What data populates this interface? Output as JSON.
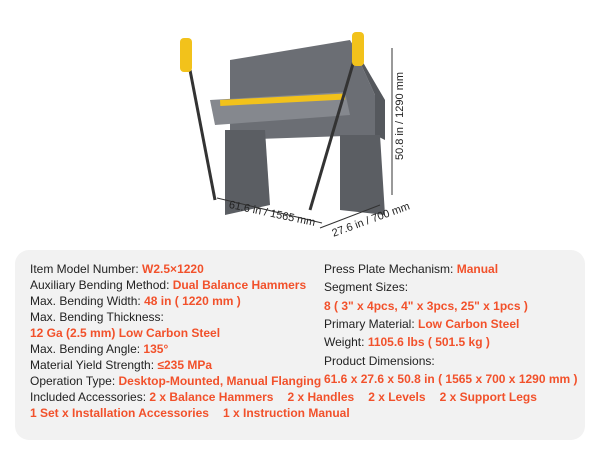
{
  "dimensions": {
    "width": "61.6 in / 1565 mm",
    "depth": "27.6 in / 700 mm",
    "height": "50.8 in / 1290 mm"
  },
  "specs_left": [
    {
      "label": "Item Model Number: ",
      "value": "W2.5×1220"
    },
    {
      "label": "Auxiliary Bending Method: ",
      "value": "Dual Balance Hammers"
    },
    {
      "label": "Max. Bending Width: ",
      "value": "48 in ( 1220 mm )"
    },
    {
      "label": "Max. Bending Thickness:",
      "value": ""
    },
    {
      "label": "",
      "value": "12 Ga (2.5 mm) Low Carbon Steel"
    },
    {
      "label": "Max. Bending Angle: ",
      "value": "135°"
    },
    {
      "label": "Material Yield Strength: ",
      "value": "≤235 MPa"
    },
    {
      "label": "Operation Type: ",
      "value": "Desktop-Mounted, Manual Flanging"
    }
  ],
  "accessories": {
    "label": "Included Accessories: ",
    "items": [
      "2 x Balance Hammers",
      "2 x Handles",
      "2 x Levels",
      "2 x Support Legs",
      "1 Set x Installation Accessories",
      "1 x Instruction Manual"
    ]
  },
  "specs_right": [
    {
      "label": "Press Plate Mechanism: ",
      "value": "Manual"
    },
    {
      "label": "Segment Sizes:",
      "value": ""
    },
    {
      "label": "",
      "value": "8 ( 3\" x 4pcs, 4\" x 3pcs, 25\" x 1pcs )"
    },
    {
      "label": "Primary Material: ",
      "value": "Low Carbon Steel"
    },
    {
      "label": "Weight: ",
      "value": "1105.6 lbs ( 501.5 kg )"
    },
    {
      "label": "Product Dimensions:",
      "value": ""
    },
    {
      "label": "",
      "value": "61.6 x 27.6 x 50.8 in ( 1565 x 700 x 1290 mm )"
    }
  ],
  "colors": {
    "accent": "#f2512b",
    "machine": "#6b6e74",
    "handle": "#f2c21b"
  }
}
